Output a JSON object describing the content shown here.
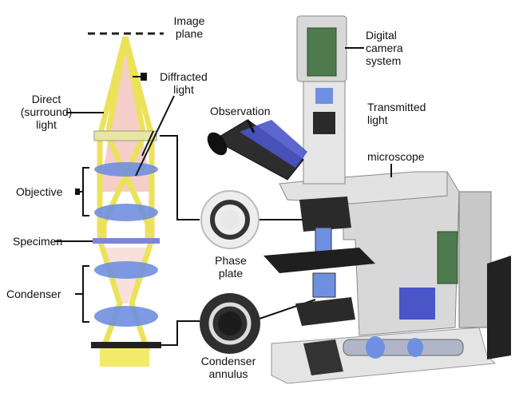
{
  "labels": {
    "image_plane": [
      "Image",
      "plane"
    ],
    "diffracted_light": [
      "Diffracted",
      "light"
    ],
    "direct_light": [
      "Direct",
      "(surround)",
      "light"
    ],
    "objective": "Objective",
    "specimen": "Specimen",
    "condenser": "Condenser",
    "phase_plate": [
      "Phase",
      "plate"
    ],
    "condenser_annulus": [
      "Condenser",
      "annulus"
    ],
    "digital_camera": [
      "Digital",
      "camera",
      "system"
    ],
    "observation": "Observation",
    "transmitted_light": [
      "Transmitted",
      "light"
    ],
    "microscope": "microscope"
  },
  "colors": {
    "lens": "#6f8fe0",
    "light_cone": "#f3c6c0",
    "light_rays": "#f2ea6a",
    "filter": "#e8e6a0",
    "microscope_body": "#dcdcdc",
    "accent_blue": "#4a55c8"
  }
}
